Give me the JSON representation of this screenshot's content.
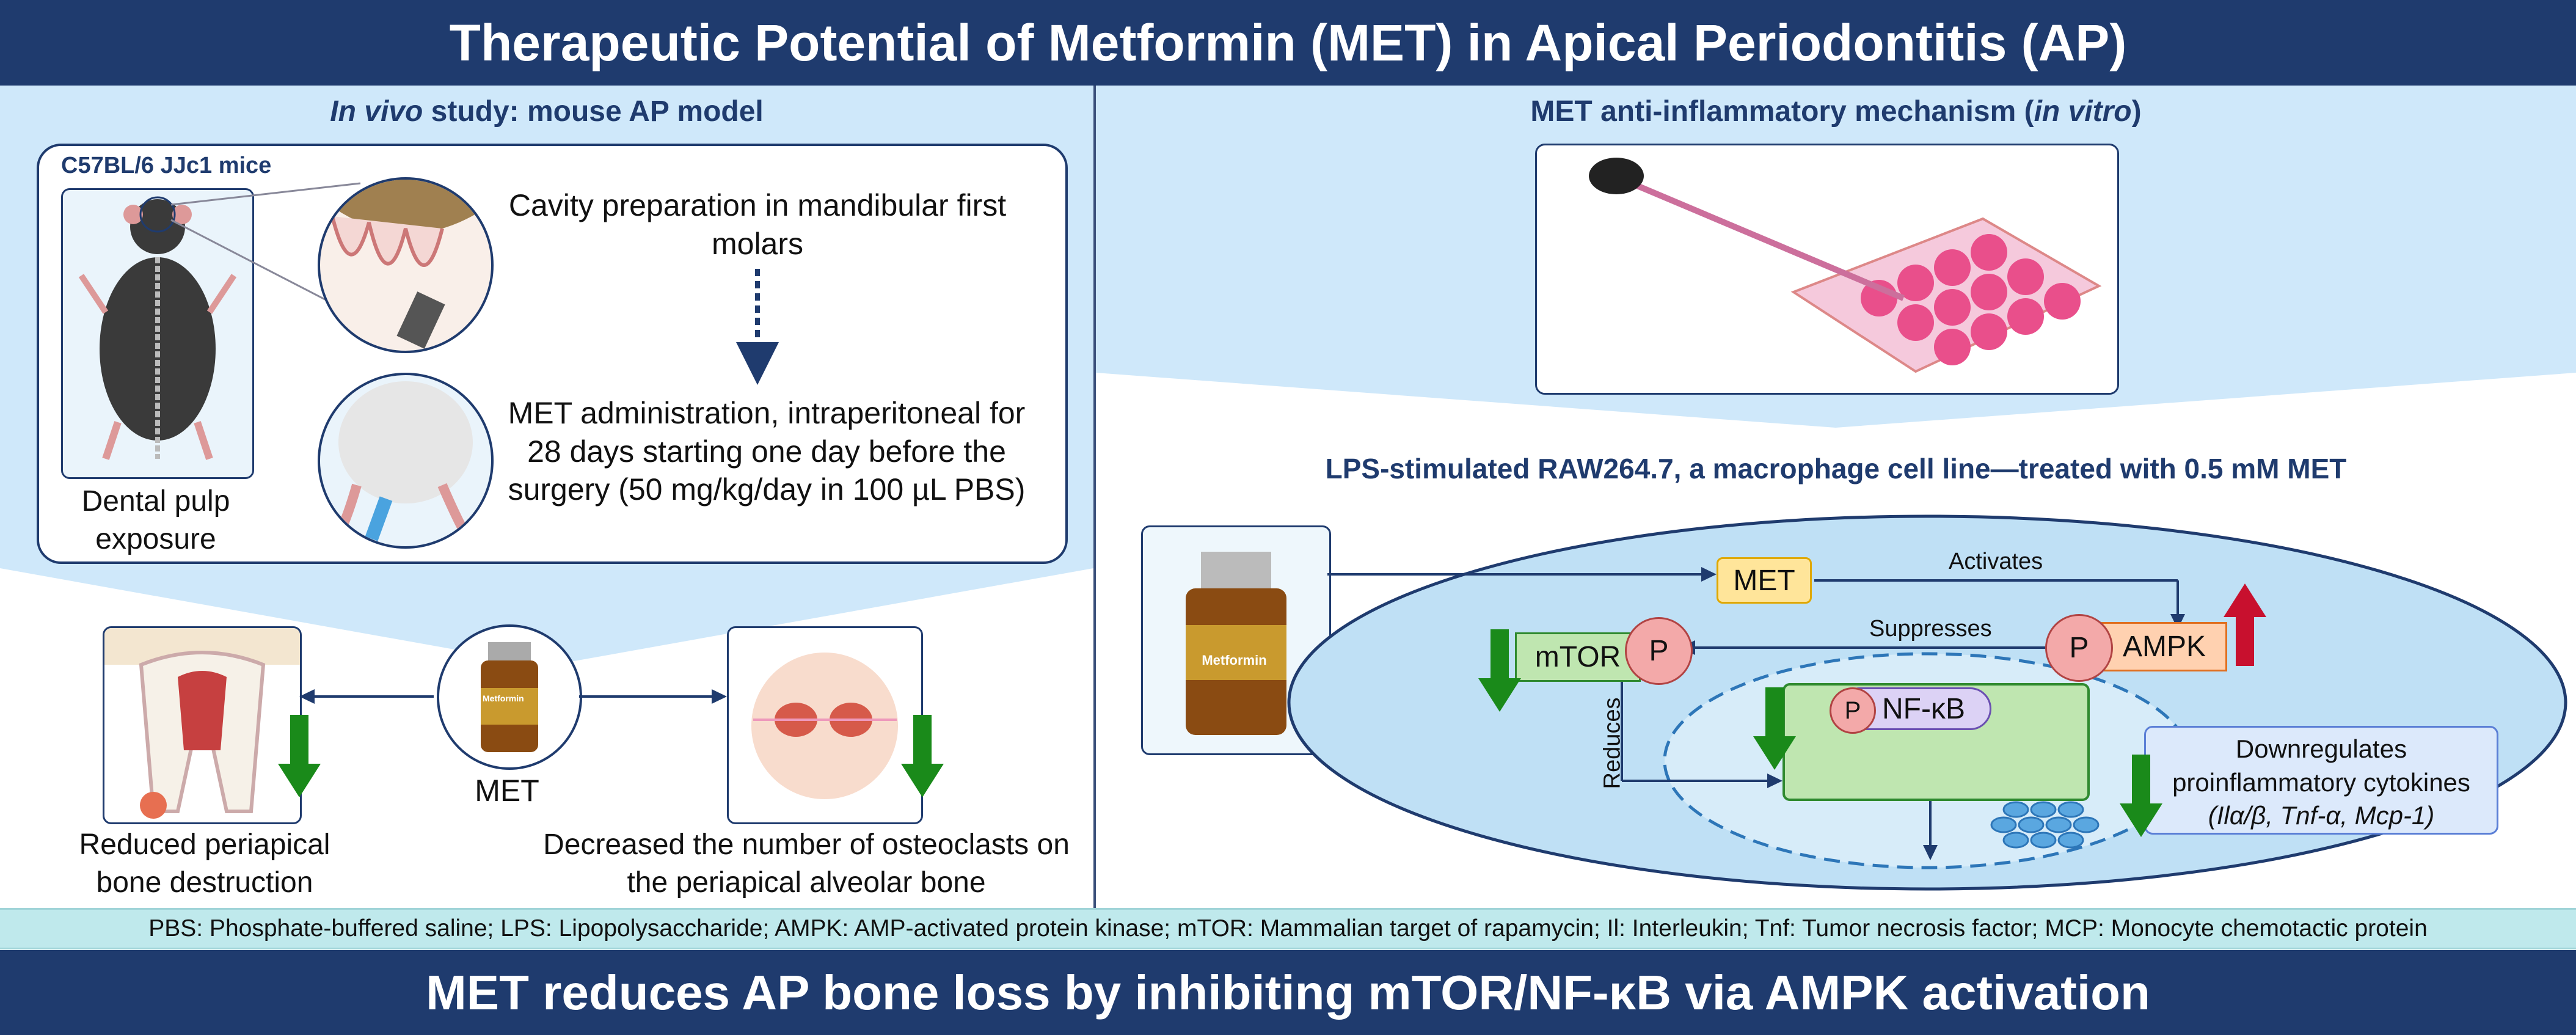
{
  "title": "Therapeutic Potential of Metformin (MET) in Apical Periodontitis (AP)",
  "left_panel": {
    "title_italic": "In vivo",
    "title_rest": " study: mouse AP model",
    "mouse_strain": "C57BL/6 JJc1 mice",
    "mouse_caption": "Dental pulp exposure",
    "step1": "Cavity preparation in mandibular first molars",
    "step2": "MET administration, intraperitoneal for 28 days starting one day before the surgery (50 mg/kg/day in 100 µL PBS)",
    "met_label": "MET",
    "bottle_label": "Metformin",
    "outcome1": "Reduced periapical bone destruction",
    "outcome2": "Decreased the number of osteoclasts on the periapical alveolar bone"
  },
  "right_panel": {
    "title_rest": "MET anti-inflammatory mechanism (",
    "title_italic": "in vitro",
    "title_end": ")",
    "cell_title": "LPS-stimulated RAW264.7, a macrophage cell line—treated with 0.5 mM MET",
    "bottle_label": "Metformin",
    "met": "MET",
    "activates": "Activates",
    "suppresses": "Suppresses",
    "reduces": "Reduces",
    "mtor": "mTOR",
    "ampk": "AMPK",
    "p": "P",
    "nfkb": "NF-κB",
    "down_text_1": "Downregulates",
    "down_text_2": "proinflammatory cytokines",
    "cytokines": "(Ilα/β, Tnf-α, Mcp-1)"
  },
  "abbreviations": "PBS: Phosphate-buffered saline; LPS: Lipopolysaccharide; AMPK: AMP-activated protein kinase; mTOR: Mammalian target of rapamycin; Il: Interleukin; Tnf: Tumor necrosis factor; MCP: Monocyte chemotactic protein",
  "conclusion": "MET reduces AP bone loss by inhibiting mTOR/NF-κB via AMPK activation",
  "colors": {
    "navy": "#1f3b6e",
    "light_blue": "#cfe8fa",
    "green_arrow": "#1a8a1a",
    "red_arrow": "#c8102e",
    "teal_bar": "#bfe9ec"
  }
}
